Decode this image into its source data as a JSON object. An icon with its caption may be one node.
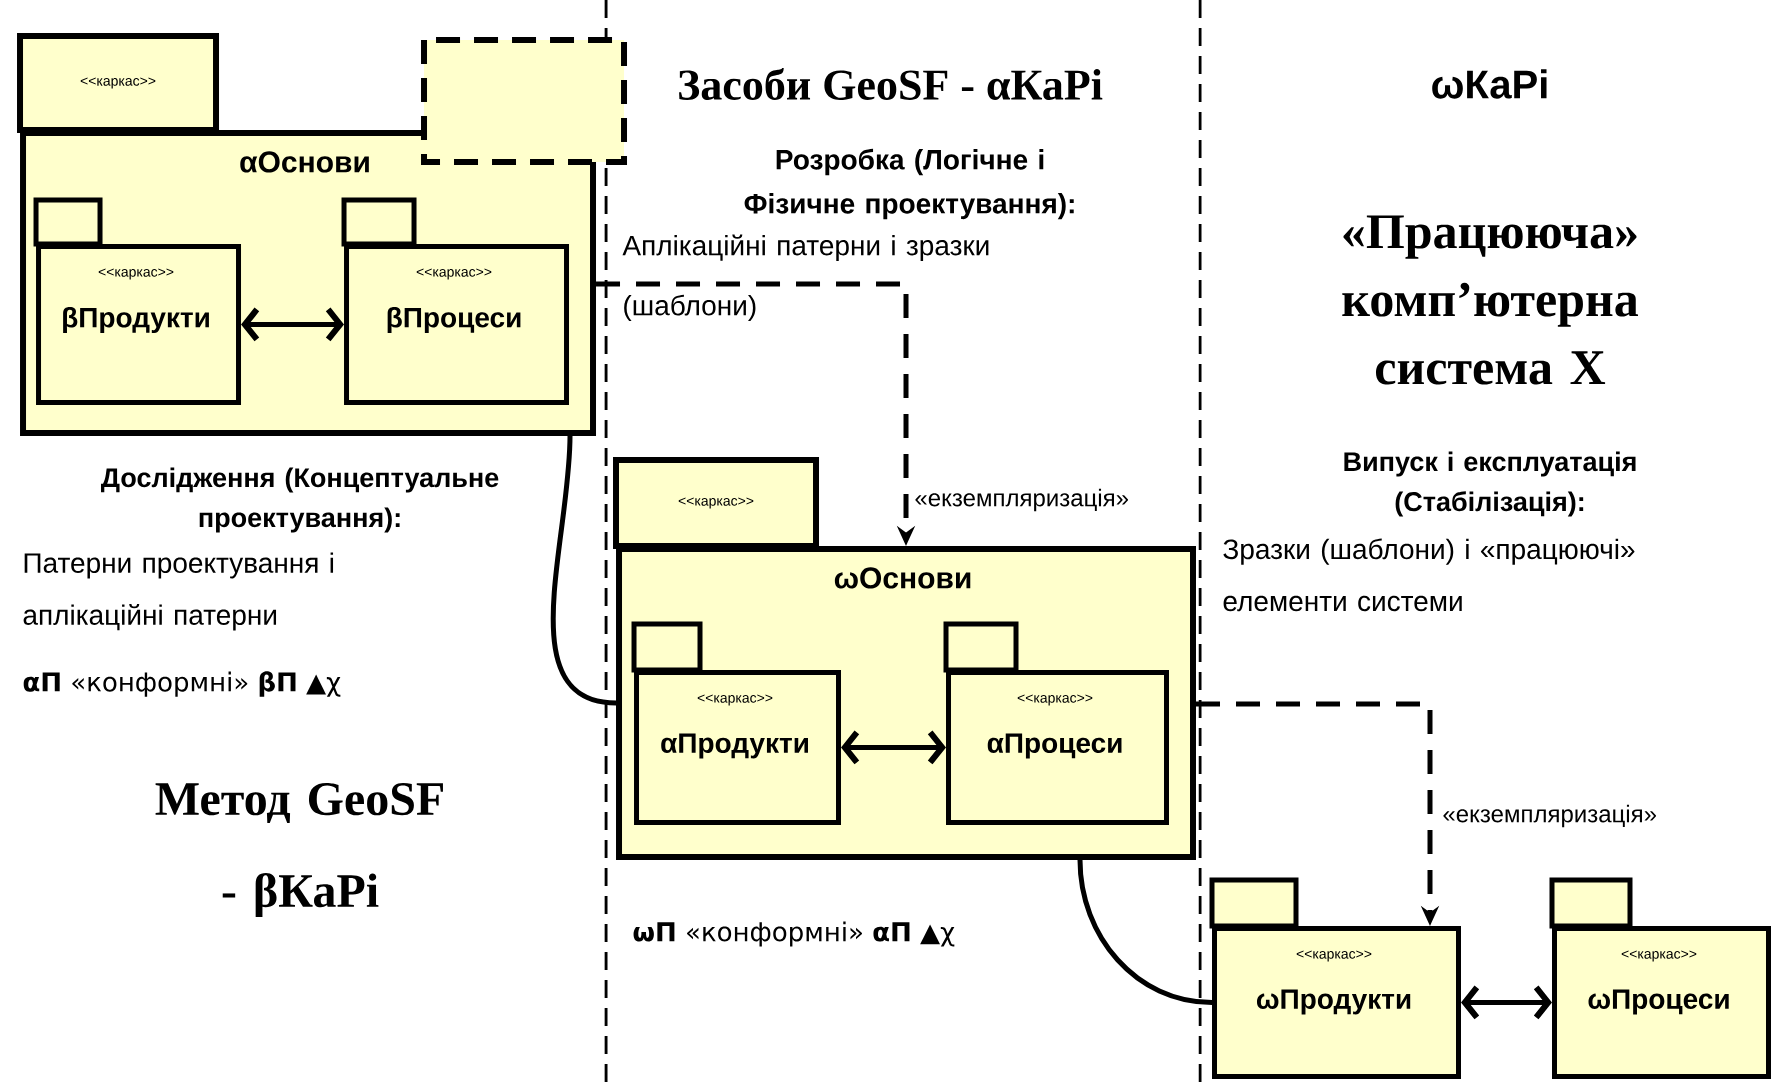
{
  "diagram": {
    "nodes": [
      {
        "text": [
          "<<каркас>>",
          "αОснови"
        ]
      },
      {
        "text": [
          "<<каркас>>",
          "βПродукти"
        ],
        "in": 0
      },
      {
        "text": [
          "<<каркас>>",
          "βПроцеси"
        ],
        "in": 0
      },
      {
        "text": [
          "<<каркас>>",
          "ωОснови"
        ]
      },
      {
        "text": [
          "<<каркас>>",
          "αПродукти"
        ],
        "in": 3
      },
      {
        "text": [
          "<<каркас>>",
          "αПроцеси"
        ],
        "in": 3
      },
      {
        "text": [
          "<<каркас>>",
          "ωПродукти"
        ]
      },
      {
        "text": [
          "<<каркас>>",
          "ωПроцеси"
        ]
      }
    ],
    "edges": [
      {
        "from": 1,
        "to": 2,
        "arrow": "both"
      },
      {
        "from": 0,
        "to": 3,
        "arrow": "to",
        "style": "dashed",
        "label": "«екземпляризація»"
      },
      {
        "from": 0,
        "to": 3,
        "arrow": "none"
      },
      {
        "from": 4,
        "to": 5,
        "arrow": "both"
      },
      {
        "from": 3,
        "to": 6,
        "arrow": "to",
        "style": "dashed",
        "label": "«екземпляризація»"
      },
      {
        "from": 3,
        "to": 6,
        "arrow": "none"
      },
      {
        "from": 6,
        "to": 7,
        "arrow": "both"
      }
    ],
    "labels": [
      "Засоби GeoSF - αКаРі",
      "Розробка (Логічне і Фізичне проектування):",
      "Аплікаційні патерни і зразки (шаблони)",
      "ωКаРі",
      "«Працююча» комп’ютерна система X",
      "Випуск і експлуатація (Стабілізація):",
      "Зразки (шаблони) і «працюючі» елементи системи",
      "Дослідження (Концептуальне проектування):",
      "Патерни проектування і аплікаційні патерни",
      "**αП** «конформні» **βП** ▲χ",
      "Метод GeoSF - βКаРі",
      "**ωП** «конформні» **αП** ▲χ"
    ]
  }
}
